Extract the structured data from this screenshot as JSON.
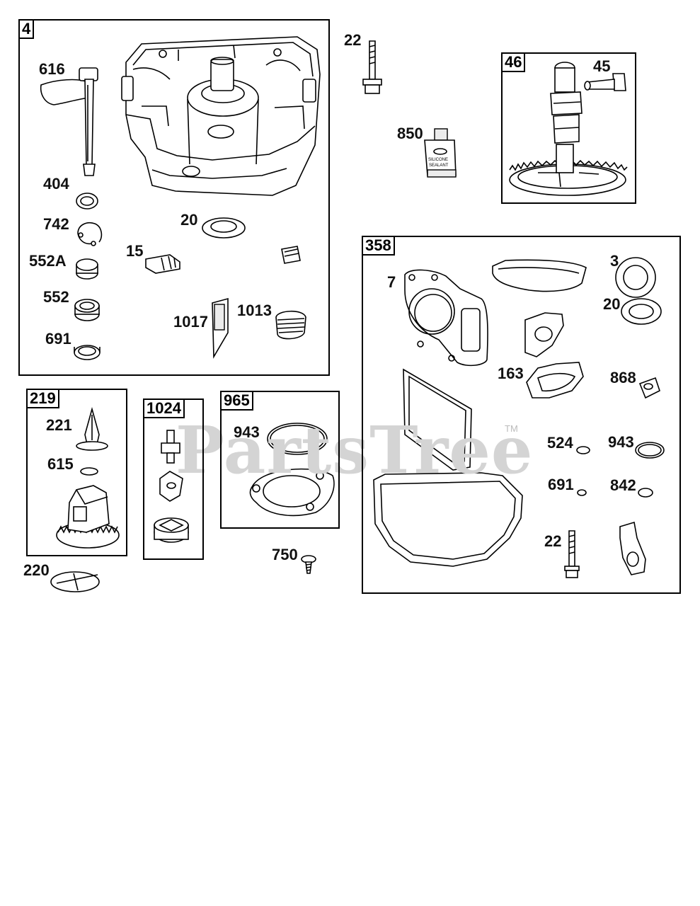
{
  "boxes": {
    "crankcase": "4",
    "governor": "219",
    "oil_pump": "1024",
    "oil_filter_adapter": "965",
    "camshaft": "46",
    "gasket_set": "358"
  },
  "parts": {
    "governor_shaft": "616",
    "washer_404": "404",
    "retainer_742": "742",
    "bushing_552a": "552A",
    "bushing_552": "552",
    "seal_691": "691",
    "plug_15": "15",
    "oil_seal_20": "20",
    "valve_1017": "1017",
    "fitting_1013": "1013",
    "screw_22_top": "22",
    "sealant_850": "850",
    "sealant_text_1": "SILICONE",
    "sealant_text_2": "SEALANT",
    "shaft_45": "45",
    "gear_221": "221",
    "washer_615": "615",
    "cap_220": "220",
    "oring_943_filter": "943",
    "screw_750": "750",
    "gasket_7": "7",
    "gasket_3": "3",
    "seal_20_set": "20",
    "gasket_163": "163",
    "plug_868": "868",
    "washer_524": "524",
    "oring_943_set": "943",
    "seal_691_set": "691",
    "washer_842": "842",
    "screw_22_set": "22"
  },
  "watermark": "PartsTree",
  "trademark": "TM"
}
